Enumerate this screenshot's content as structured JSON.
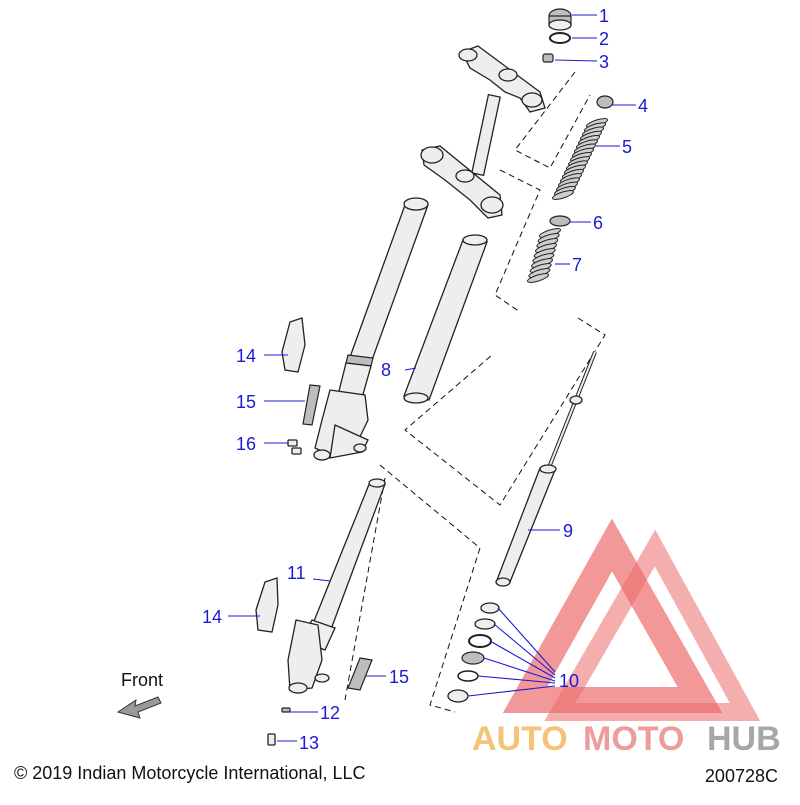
{
  "colors": {
    "callout": "#1a1ad6",
    "line": "#222222",
    "watermark_red": "#e83a3a",
    "watermark_orange": "#f2b04a",
    "watermark_gray": "#8a8a8a"
  },
  "callouts": [
    "1",
    "2",
    "3",
    "4",
    "5",
    "6",
    "7",
    "8",
    "9",
    "10",
    "11",
    "12",
    "13",
    "14",
    "15",
    "16"
  ],
  "front_label": "Front",
  "copyright": "© 2019 Indian Motorcycle International, LLC",
  "drawing_id": "200728C",
  "watermark": {
    "part1": "AUTO",
    "part2": "MOTO",
    "part3": "HUB"
  }
}
